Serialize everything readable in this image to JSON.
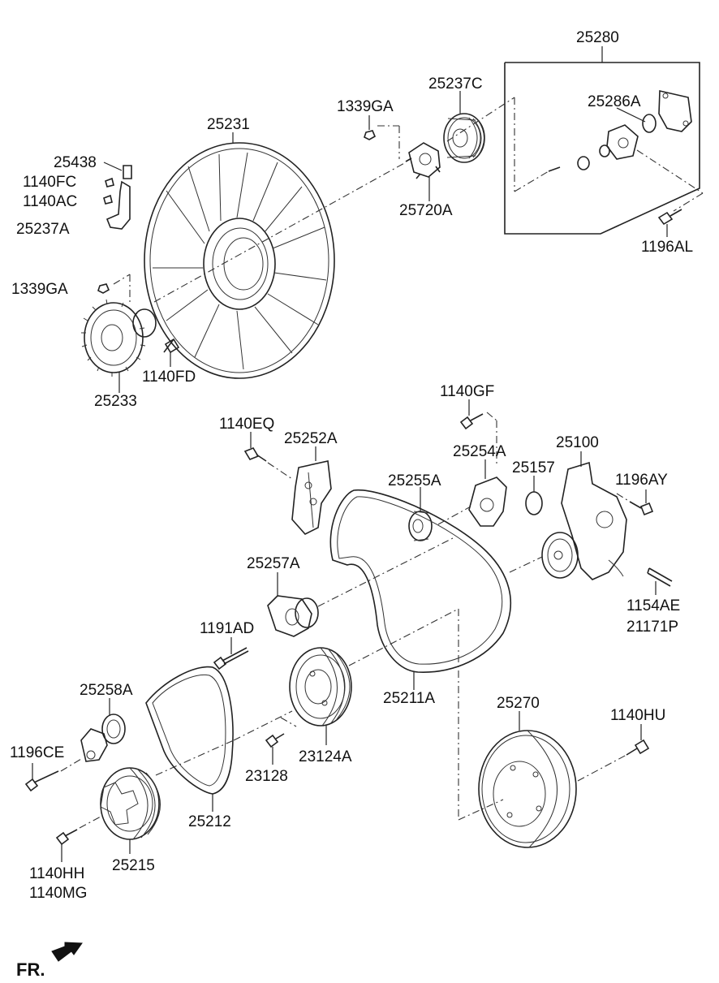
{
  "labels": {
    "p25280": "25280",
    "p25237C": "25237C",
    "p25286A": "25286A",
    "p1339GA_top": "1339GA",
    "p25231": "25231",
    "p25438": "25438",
    "p1140FC": "1140FC",
    "p1140AC": "1140AC",
    "p25237A": "25237A",
    "p25720A": "25720A",
    "p1196AL": "1196AL",
    "p1339GA_left": "1339GA",
    "p1140FD": "1140FD",
    "p25233": "25233",
    "p1140GF": "1140GF",
    "p1140EQ": "1140EQ",
    "p25252A": "25252A",
    "p25254A": "25254A",
    "p25100": "25100",
    "p25157": "25157",
    "p25255A": "25255A",
    "p1196AY": "1196AY",
    "p25257A": "25257A",
    "p1154AE": "1154AE",
    "p21171P": "21171P",
    "p1191AD": "1191AD",
    "p25258A": "25258A",
    "p25211A": "25211A",
    "p25270": "25270",
    "p1140HU": "1140HU",
    "p1196CE": "1196CE",
    "p23128": "23128",
    "p23124A": "23124A",
    "p25212": "25212",
    "p1140HH": "1140HH",
    "p1140MG": "1140MG",
    "p25215": "25215"
  },
  "front_indicator": "FR.",
  "icons": {
    "front_arrow": "front-direction-arrow-icon"
  }
}
